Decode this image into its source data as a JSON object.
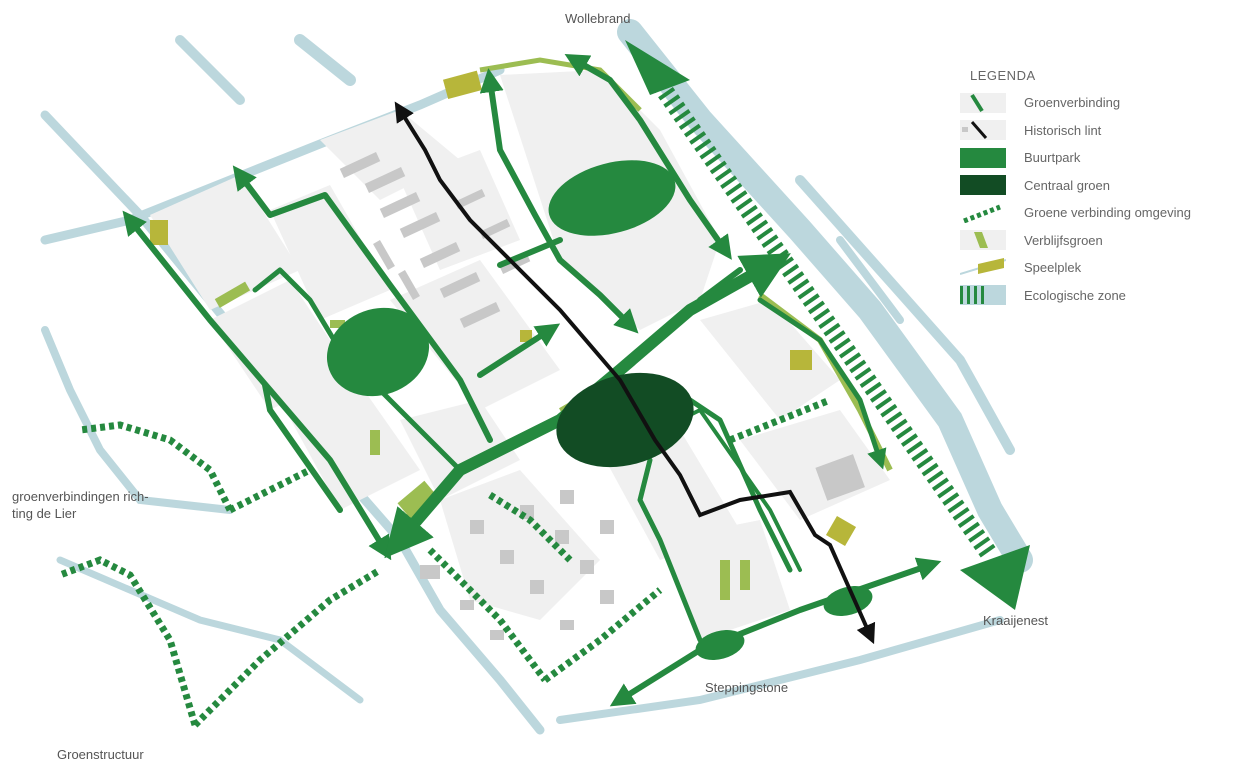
{
  "places": {
    "north": "Wollebrand",
    "west": "groenverbindingen rich-\nting de Lier",
    "east": "Kraaijenest",
    "south": "Steppingstone",
    "caption": "Groenstructuur"
  },
  "legend": {
    "title": "LEGENDA",
    "items": [
      {
        "label": "Groenverbinding",
        "key": "groenverbinding"
      },
      {
        "label": "Historisch lint",
        "key": "historisch"
      },
      {
        "label": "Buurtpark",
        "key": "buurtpark"
      },
      {
        "label": "Centraal groen",
        "key": "centraal"
      },
      {
        "label": "Groene verbinding omgeving",
        "key": "omgeving"
      },
      {
        "label": "Verblijfsgroen",
        "key": "verblijf"
      },
      {
        "label": "Speelplek",
        "key": "speelplek"
      },
      {
        "label": "Ecologische zone",
        "key": "eco"
      }
    ]
  },
  "colors": {
    "green": "#25893f",
    "dark_green": "#124c24",
    "light_green": "#9cbd52",
    "play_yellow": "#b7b63a",
    "water": "#bcd7dd",
    "block": "#f0f0f0",
    "building": "#c8c8c8",
    "historic": "#111111"
  }
}
